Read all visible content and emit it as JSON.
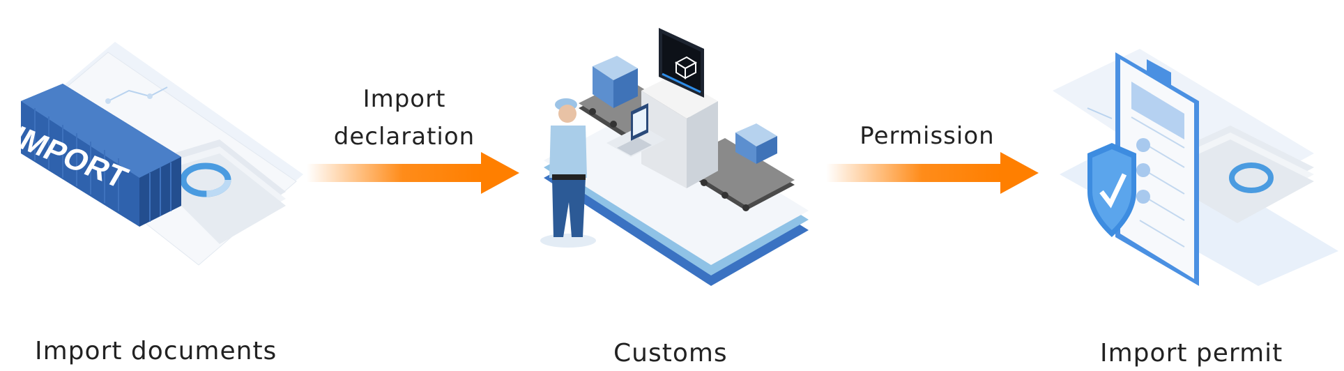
{
  "stages": [
    {
      "label": "Import documents",
      "container_text": "IMPORT"
    },
    {
      "label": "Customs"
    },
    {
      "label": "Import permit"
    }
  ],
  "arrows": [
    {
      "label_line1": "Import",
      "label_line2": "declaration"
    },
    {
      "label_line1": "Permission",
      "label_line2": ""
    }
  ],
  "colors": {
    "arrow_orange": "#ff7f00",
    "container_blue": "#2f62ad",
    "accent_blue": "#4a90e2",
    "light_blue": "#9ec8ee"
  }
}
